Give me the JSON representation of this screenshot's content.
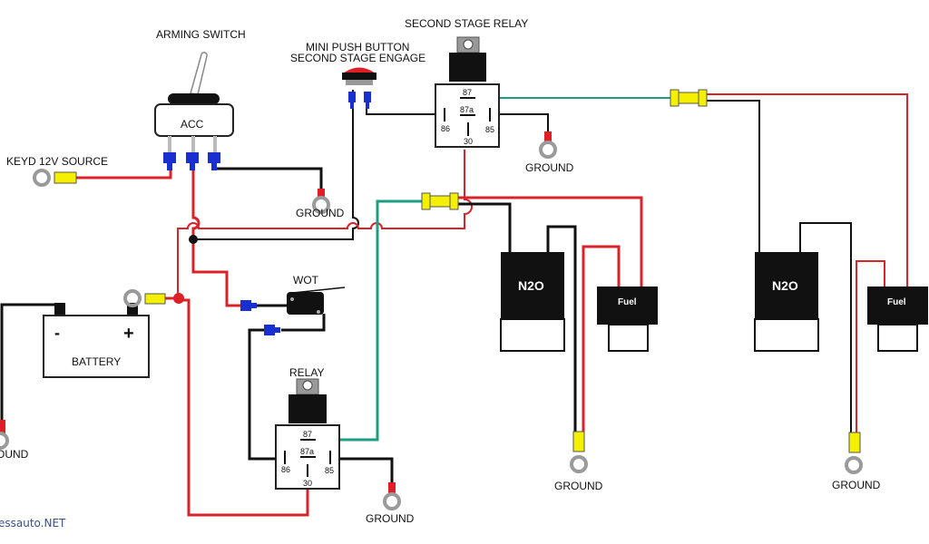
{
  "diagram": {
    "type": "wiring-diagram",
    "subject": "Two-stage N2O system wiring",
    "labels": {
      "arming_switch": "ARMING SWITCH",
      "arming_switch_position": "ACC",
      "keyed_source": "KEYD 12V SOURCE",
      "push_button_line1": "MINI PUSH BUTTON",
      "push_button_line2": "SECOND STAGE ENGAGE",
      "second_stage_relay": "SECOND STAGE RELAY",
      "battery": "BATTERY",
      "battery_neg": "-",
      "battery_pos": "+",
      "wot": "WOT",
      "relay": "RELAY",
      "ground": "GROUND",
      "ground_partial": "OUND",
      "n2o_1": "N2O",
      "fuel_1": "Fuel",
      "n2o_2": "N2O",
      "fuel_2": "Fuel"
    },
    "relay_pins": {
      "p87": "87",
      "p87a": "87a",
      "p86": "86",
      "p85": "85",
      "p30": "30"
    },
    "watermark": "essauto.NET",
    "colors": {
      "power_wire": "#d8232a",
      "ground_wire": "#111111",
      "trigger_wire": "#1e9e80",
      "connector_blue": "#1a2fd0",
      "connector_yellow": "#f5f000",
      "ring_terminal": "#9a9a9a"
    },
    "nodes": [
      {
        "id": "arming-switch",
        "label": "ARMING SWITCH"
      },
      {
        "id": "keyed-12v-source",
        "label": "KEYD 12V SOURCE"
      },
      {
        "id": "push-button",
        "label": "MINI PUSH BUTTON SECOND STAGE ENGAGE"
      },
      {
        "id": "second-stage-relay",
        "label": "SECOND STAGE RELAY"
      },
      {
        "id": "battery",
        "label": "BATTERY"
      },
      {
        "id": "wot-switch",
        "label": "WOT"
      },
      {
        "id": "relay",
        "label": "RELAY"
      },
      {
        "id": "n2o-solenoid-1",
        "label": "N2O"
      },
      {
        "id": "fuel-solenoid-1",
        "label": "Fuel"
      },
      {
        "id": "n2o-solenoid-2",
        "label": "N2O"
      },
      {
        "id": "fuel-solenoid-2",
        "label": "Fuel"
      }
    ]
  }
}
